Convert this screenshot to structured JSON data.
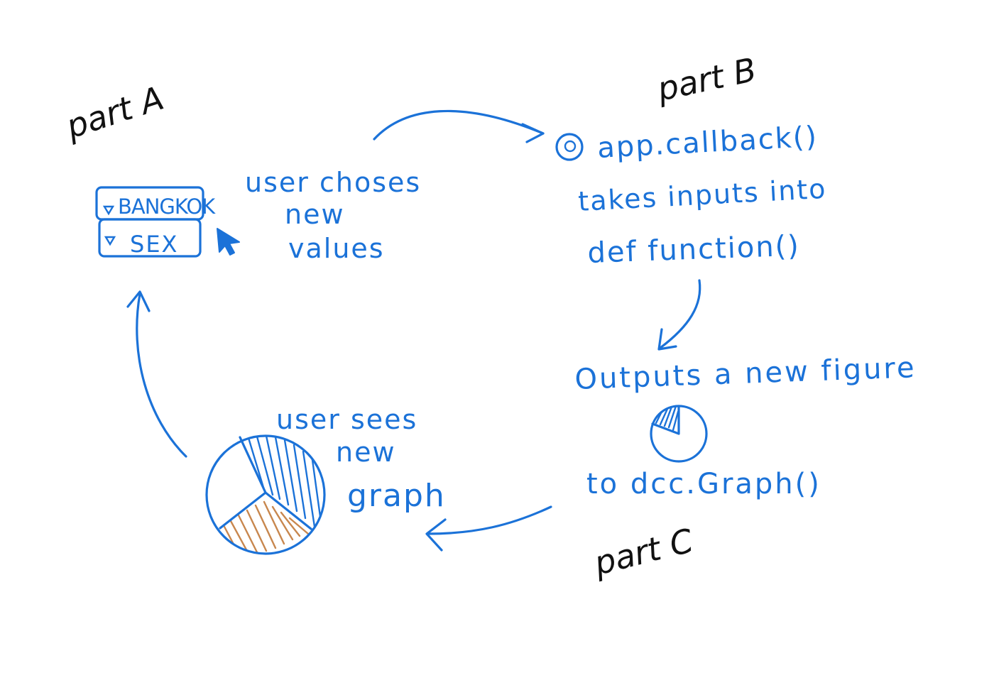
{
  "part_a": {
    "label": "part A",
    "dropdown_1": "BANGKOK",
    "dropdown_2": "SEX",
    "caption": [
      "user choses",
      "new",
      "values"
    ]
  },
  "part_b": {
    "label": "part B",
    "decorator": "app.callback()",
    "line_2": "takes inputs into",
    "line_3": "def function()"
  },
  "part_c": {
    "label": "part C",
    "line_1": "Outputs a new figure",
    "line_2": "to dcc.Graph()"
  },
  "result": {
    "caption": [
      "user sees",
      "new",
      "graph"
    ]
  },
  "colors": {
    "ink": "#1b72d8",
    "label": "#111111",
    "slice": "#c8874e"
  }
}
